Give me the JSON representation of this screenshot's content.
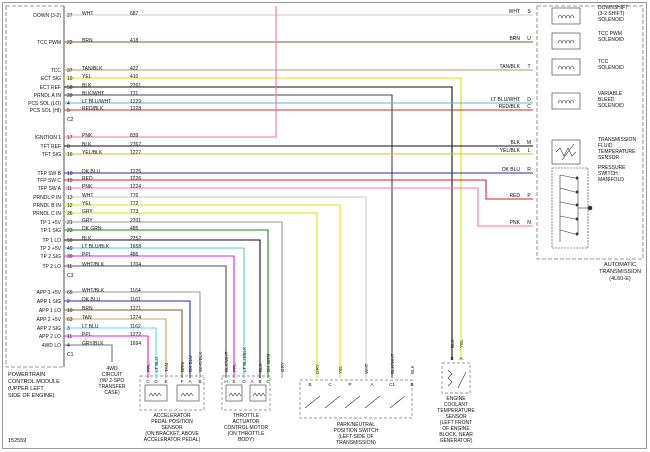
{
  "pcm": {
    "title_lines": [
      "POWERTRAIN",
      "CONTROL MODULE",
      "(UPPER LEFT",
      "SIDE OF ENGINE)"
    ],
    "pins": [
      {
        "name": "DOWN (3-2)",
        "pin": "27",
        "wire": "WHT",
        "circuit": "687"
      },
      {
        "name": "TCC PWM",
        "pin": "22",
        "wire": "BRN",
        "circuit": "418"
      },
      {
        "name": "TCC",
        "pin": "37",
        "wire": "TAN/BLK",
        "circuit": "422"
      },
      {
        "name": "ECT SIG",
        "pin": "19",
        "wire": "YEL",
        "circuit": "410"
      },
      {
        "name": "ECT REF",
        "pin": "58",
        "wire": "BLK",
        "circuit": "2761"
      },
      {
        "name": "PRNDL A IN",
        "pin": "28",
        "wire": "BLK/WHT",
        "circuit": "771"
      },
      {
        "name": "PCS SOL (LO)",
        "pin": "4",
        "wire": "LT BLU/WHT",
        "circuit": "1229"
      },
      {
        "name": "PCS SOL (HI)",
        "pin": "5",
        "wire": "RED/BLK",
        "circuit": "1228"
      },
      {
        "name": "",
        "pin": "C2",
        "wire": "",
        "circuit": ""
      },
      {
        "name": "IGNITION 1",
        "pin": "17",
        "wire": "PNK",
        "circuit": "839"
      },
      {
        "name": "TFT REF",
        "pin": "8",
        "wire": "BLK",
        "circuit": "2762"
      },
      {
        "name": "TFT SIG",
        "pin": "16",
        "wire": "YEL/BLK",
        "circuit": "1227"
      },
      {
        "name": "TFP SW B",
        "pin": "10",
        "wire": "DK BLU",
        "circuit": "1225"
      },
      {
        "name": "TFP SW C",
        "pin": "15",
        "wire": "RED",
        "circuit": "1226"
      },
      {
        "name": "TFP SW A",
        "pin": "11",
        "wire": "PNK",
        "circuit": "1224"
      },
      {
        "name": "PRNDL P IN",
        "pin": "13",
        "wire": "WHT",
        "circuit": "776"
      },
      {
        "name": "PRNDL B IN",
        "pin": "12",
        "wire": "YEL",
        "circuit": "772"
      },
      {
        "name": "PRNDL C IN",
        "pin": "26",
        "wire": "GRY",
        "circuit": "773"
      },
      {
        "name": "TP 1 +5V",
        "pin": "21",
        "wire": "GRY",
        "circuit": "2701"
      },
      {
        "name": "TP 1 SIG",
        "pin": "23",
        "wire": "DK GRN",
        "circuit": "485"
      },
      {
        "name": "TP 1 LO",
        "pin": "59",
        "wire": "BLK",
        "circuit": "2752"
      },
      {
        "name": "TP 2 +5V",
        "pin": "49",
        "wire": "LT BLU/BLK",
        "circuit": "1658"
      },
      {
        "name": "TP 2 SIG",
        "pin": "30",
        "wire": "PPL",
        "circuit": "486"
      },
      {
        "name": "TP 2 LO",
        "pin": "11",
        "wire": "WHT/BLK",
        "circuit": "1704"
      },
      {
        "name": "",
        "pin": "C3",
        "wire": "",
        "circuit": ""
      },
      {
        "name": "APP 1 +5V",
        "pin": "65",
        "wire": "WHT/BLK",
        "circuit": "1164"
      },
      {
        "name": "APP 1 SIG",
        "pin": "2",
        "wire": "DK BLU",
        "circuit": "1161"
      },
      {
        "name": "APP 1 LO",
        "pin": "10",
        "wire": "BRN",
        "circuit": "1271"
      },
      {
        "name": "APP 2 +5V",
        "pin": "63",
        "wire": "TAN",
        "circuit": "1274"
      },
      {
        "name": "APP 2 SIG",
        "pin": "3",
        "wire": "LT BLU",
        "circuit": "1162"
      },
      {
        "name": "APP 2 LO",
        "pin": "11",
        "wire": "PPL",
        "circuit": "1272"
      },
      {
        "name": "4WD LO",
        "pin": "4",
        "wire": "GRY/BLK",
        "circuit": "1694"
      },
      {
        "name": "",
        "pin": "C1",
        "wire": "",
        "circuit": ""
      }
    ]
  },
  "transmission": {
    "title_lines": [
      "AUTOMATIC",
      "TRANSMISSION",
      "(4L60-E)"
    ],
    "wires": [
      {
        "wire": "WHT",
        "pin": "S"
      },
      {
        "wire": "BRN",
        "pin": "U"
      },
      {
        "wire": "TAN/BLK",
        "pin": "T"
      },
      {
        "wire": "LT BLU/WHT",
        "pin": "D"
      },
      {
        "wire": "RED/BLK",
        "pin": "C"
      },
      {
        "wire": "BLK",
        "pin": "M"
      },
      {
        "wire": "YEL/BLK",
        "pin": "L"
      },
      {
        "wire": "DK BLU",
        "pin": "R"
      },
      {
        "wire": "RED",
        "pin": "P"
      },
      {
        "wire": "PNK",
        "pin": "N"
      }
    ],
    "components": [
      {
        "name": "downshift-solenoid",
        "lines": [
          "DOWNSHIFT",
          "(3-2 SHIFT)",
          "SOLENOID"
        ]
      },
      {
        "name": "tcc-pwm-solenoid",
        "lines": [
          "TCC PWM",
          "SOLENOID"
        ]
      },
      {
        "name": "tcc-solenoid",
        "lines": [
          "TCC",
          "SOLENOID"
        ]
      },
      {
        "name": "variable-bleed-solenoid",
        "lines": [
          "VARIABLE",
          "BLEED",
          "SOLENOID"
        ]
      },
      {
        "name": "tft-sensor",
        "lines": [
          "TRANSMISSION",
          "FLUID",
          "TEMPERATURE",
          "SENSOR"
        ]
      },
      {
        "name": "pressure-switch-manifold",
        "lines": [
          "PRESSURE",
          "SWITCH",
          "MANIFOLD"
        ]
      }
    ]
  },
  "bottom": {
    "fourwd_lines": [
      "4WD",
      "CIRCUIT",
      "(W/ 2-SPD",
      "TRANSFER",
      "CASE)"
    ],
    "app_lines": [
      "ACCELERATOR",
      "PEDAL POSITION",
      "SENSOR",
      "(ON BRACKET, ABOVE",
      "ACCELERATOR PEDAL)"
    ],
    "app_wires": [
      "PPL",
      "LT BLU",
      "TAN",
      "BRN",
      "DK BLU",
      "WHT/BLK"
    ],
    "app_pins": [
      "C",
      "D",
      "E",
      "F",
      "A",
      "B"
    ],
    "tac_lines": [
      "THROTTLE",
      "ACTUATOR",
      "CONTROL MOTOR",
      "(ON THROTTLE",
      "BODY)"
    ],
    "tac_wires": [
      "PPL",
      "LT BLU/BLK",
      "BLK",
      "DK GRN"
    ],
    "tac_pins": [
      "H",
      "E",
      "D",
      "A",
      "B",
      "C"
    ],
    "tac_pins_extra": [
      "BLK/WHT",
      "GRY"
    ],
    "prndl_lines": [
      "PARK/NEUTRAL",
      "POSITION SWITCH",
      "(LEFT SIDE OF",
      "TRANSMISSION)"
    ],
    "prndl_wires": [
      "GRY",
      "YEL",
      "WHT",
      "BLK/WHT",
      "BLK"
    ],
    "prndl_pins": [
      "B",
      "C",
      "P",
      "A",
      "C1",
      "B"
    ],
    "ect_lines": [
      "ENGINE",
      "COOLANT",
      "TEMPERATURE",
      "SENSOR",
      "(LEFT FRONT",
      "OF ENGINE",
      "BLOCK, NEAR",
      "GENERATOR)"
    ],
    "ect_wires": [
      "BLK",
      "YEL"
    ],
    "ect_pins": [
      "B",
      "A"
    ]
  },
  "footer_id": "152559"
}
